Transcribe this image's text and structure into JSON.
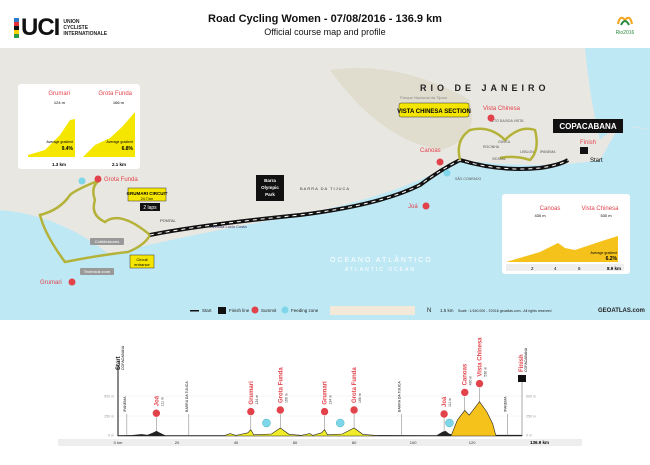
{
  "header": {
    "org_line1": "UNION",
    "org_line2": "CYCLISTE",
    "org_line3": "INTERNATIONALE",
    "logo_text": "UCI",
    "title": "Road Cycling Women - 07/08/2016 - 136.9 km",
    "subtitle": "Official course map and profile",
    "olympic_logo_text": "Rio2016"
  },
  "map": {
    "city": "RIO DE JANEIRO",
    "park": "Parque Nacional da Tijuca",
    "ocean": "OCEANO ATLÂNTICO",
    "ocean_en": "ATLANTIC OCEAN",
    "vista_section": "VISTA CHINESA SECTION",
    "copacabana": "COPACABANA",
    "finish": "Finish",
    "start": "Start",
    "barra_park": [
      "Barra",
      "Olympic",
      "Park"
    ],
    "barra_tijuca": "BARRA DA TIJUCA",
    "circuit_title": "GRUMARI CIRCUIT",
    "circuit_len": "24.7 km",
    "laps": "2 laps",
    "circuit_entrance": [
      "Circuit",
      "entrance"
    ],
    "cobblestones": "Cobblestones",
    "technical_zone": "Technical zone",
    "pontal": "PONTAL",
    "avenida": "Avenida Lúcio Costa",
    "summits": [
      {
        "name": "Grumari",
        "alt": "124 m"
      },
      {
        "name": "Grota Funda",
        "alt": "166 m"
      },
      {
        "name": "Joá",
        "alt": "111 m"
      },
      {
        "name": "Canoas",
        "alt": "430 m"
      },
      {
        "name": "Vista Chinesa",
        "alt": "530 m"
      }
    ],
    "places": [
      "GÁVEA",
      "ROCINHA",
      "LEBLON",
      "IPANEMA",
      "ALTO DA BOA VISTA",
      "VIDIGAL",
      "SÃO CONRADO"
    ],
    "colors": {
      "sea": "#bfe8f5",
      "land": "#e9e7e2",
      "route": "#111111",
      "circuit": "#b5b23a",
      "accent": "#f5e600",
      "summit": "#e2434b",
      "feed": "#7fd6ea"
    }
  },
  "insets": {
    "grumari": {
      "name": "Grumari",
      "alt": "124 m",
      "gradient_label": "Average gradient",
      "gradient": "9.4%",
      "length": "1.3 km"
    },
    "grota": {
      "name": "Grota Funda",
      "alt": "166 m",
      "gradient_label": "Average gradient",
      "gradient": "6.8%",
      "length": "2.1 km"
    },
    "vista": {
      "name1": "Canoas",
      "alt1": "430 m",
      "name2": "Vista Chinesa",
      "alt2": "530 m",
      "gradient_label": "Average gradient",
      "gradient": "6.2%",
      "ticks": [
        "2",
        "4",
        "6"
      ],
      "length": "8.9 km"
    }
  },
  "legend": {
    "start": "Start",
    "finish": "Finish line",
    "summit": "Summit",
    "feeding": "Feeding zone",
    "scale_bar": "1.5 km",
    "credits": "Scale : 1/150.000 - ©2016 geoatlas.com - All rights reserved",
    "brand": "GEOATLAS.com"
  },
  "profile": {
    "x_ticks": [
      "0 km",
      "20",
      "40",
      "60",
      "80",
      "100",
      "120"
    ],
    "x_end": "136.9 km",
    "y_ticks": [
      "0 m",
      "250 m",
      "500 m"
    ],
    "ylim": [
      0,
      560
    ],
    "xlim": [
      0,
      136.9
    ],
    "points": [
      [
        0,
        5
      ],
      [
        5,
        8
      ],
      [
        8,
        20
      ],
      [
        10,
        10
      ],
      [
        12,
        40
      ],
      [
        13,
        60
      ],
      [
        14,
        40
      ],
      [
        16,
        5
      ],
      [
        36,
        5
      ],
      [
        38,
        30
      ],
      [
        40,
        8
      ],
      [
        44,
        40
      ],
      [
        45,
        80
      ],
      [
        46,
        15
      ],
      [
        52,
        25
      ],
      [
        55,
        100
      ],
      [
        58,
        20
      ],
      [
        62,
        8
      ],
      [
        65,
        30
      ],
      [
        66,
        8
      ],
      [
        69,
        40
      ],
      [
        70,
        80
      ],
      [
        71,
        15
      ],
      [
        76,
        25
      ],
      [
        80,
        100
      ],
      [
        83,
        20
      ],
      [
        87,
        8
      ],
      [
        108,
        5
      ],
      [
        110,
        50
      ],
      [
        111,
        60
      ],
      [
        112,
        30
      ],
      [
        113,
        15
      ],
      [
        115,
        200
      ],
      [
        117.5,
        320
      ],
      [
        119,
        260
      ],
      [
        122.5,
        430
      ],
      [
        125,
        300
      ],
      [
        127,
        150
      ],
      [
        128,
        10
      ],
      [
        136.9,
        10
      ]
    ],
    "start": {
      "label": "Start",
      "place": "COPACABANA",
      "km": 0
    },
    "finish": {
      "label": "Finish",
      "place": "COPACABANA",
      "km": 136.9
    },
    "places": [
      {
        "name": "IPANEMA",
        "km": 3
      },
      {
        "name": "BARRA DA TIJUCA",
        "km": 24
      },
      {
        "name": "BARRA DA TIJUCA",
        "km": 96
      },
      {
        "name": "IPANEMA",
        "km": 132
      }
    ],
    "summits": [
      {
        "name": "Joá",
        "alt": "111 m",
        "km": 13
      },
      {
        "name": "Grumari",
        "alt": "124 m",
        "km": 45
      },
      {
        "name": "Grota Funda",
        "alt": "166 m",
        "km": 55
      },
      {
        "name": "Grumari",
        "alt": "124 m",
        "km": 70
      },
      {
        "name": "Grota Funda",
        "alt": "166 m",
        "km": 80
      },
      {
        "name": "Joá",
        "alt": "111 m",
        "km": 110.5
      },
      {
        "name": "Canoas",
        "alt": "430 m",
        "km": 117.5
      },
      {
        "name": "Vista Chinesa",
        "alt": "530 m",
        "km": 122.5
      }
    ],
    "feeding_km": [
      52,
      77,
      114
    ]
  }
}
